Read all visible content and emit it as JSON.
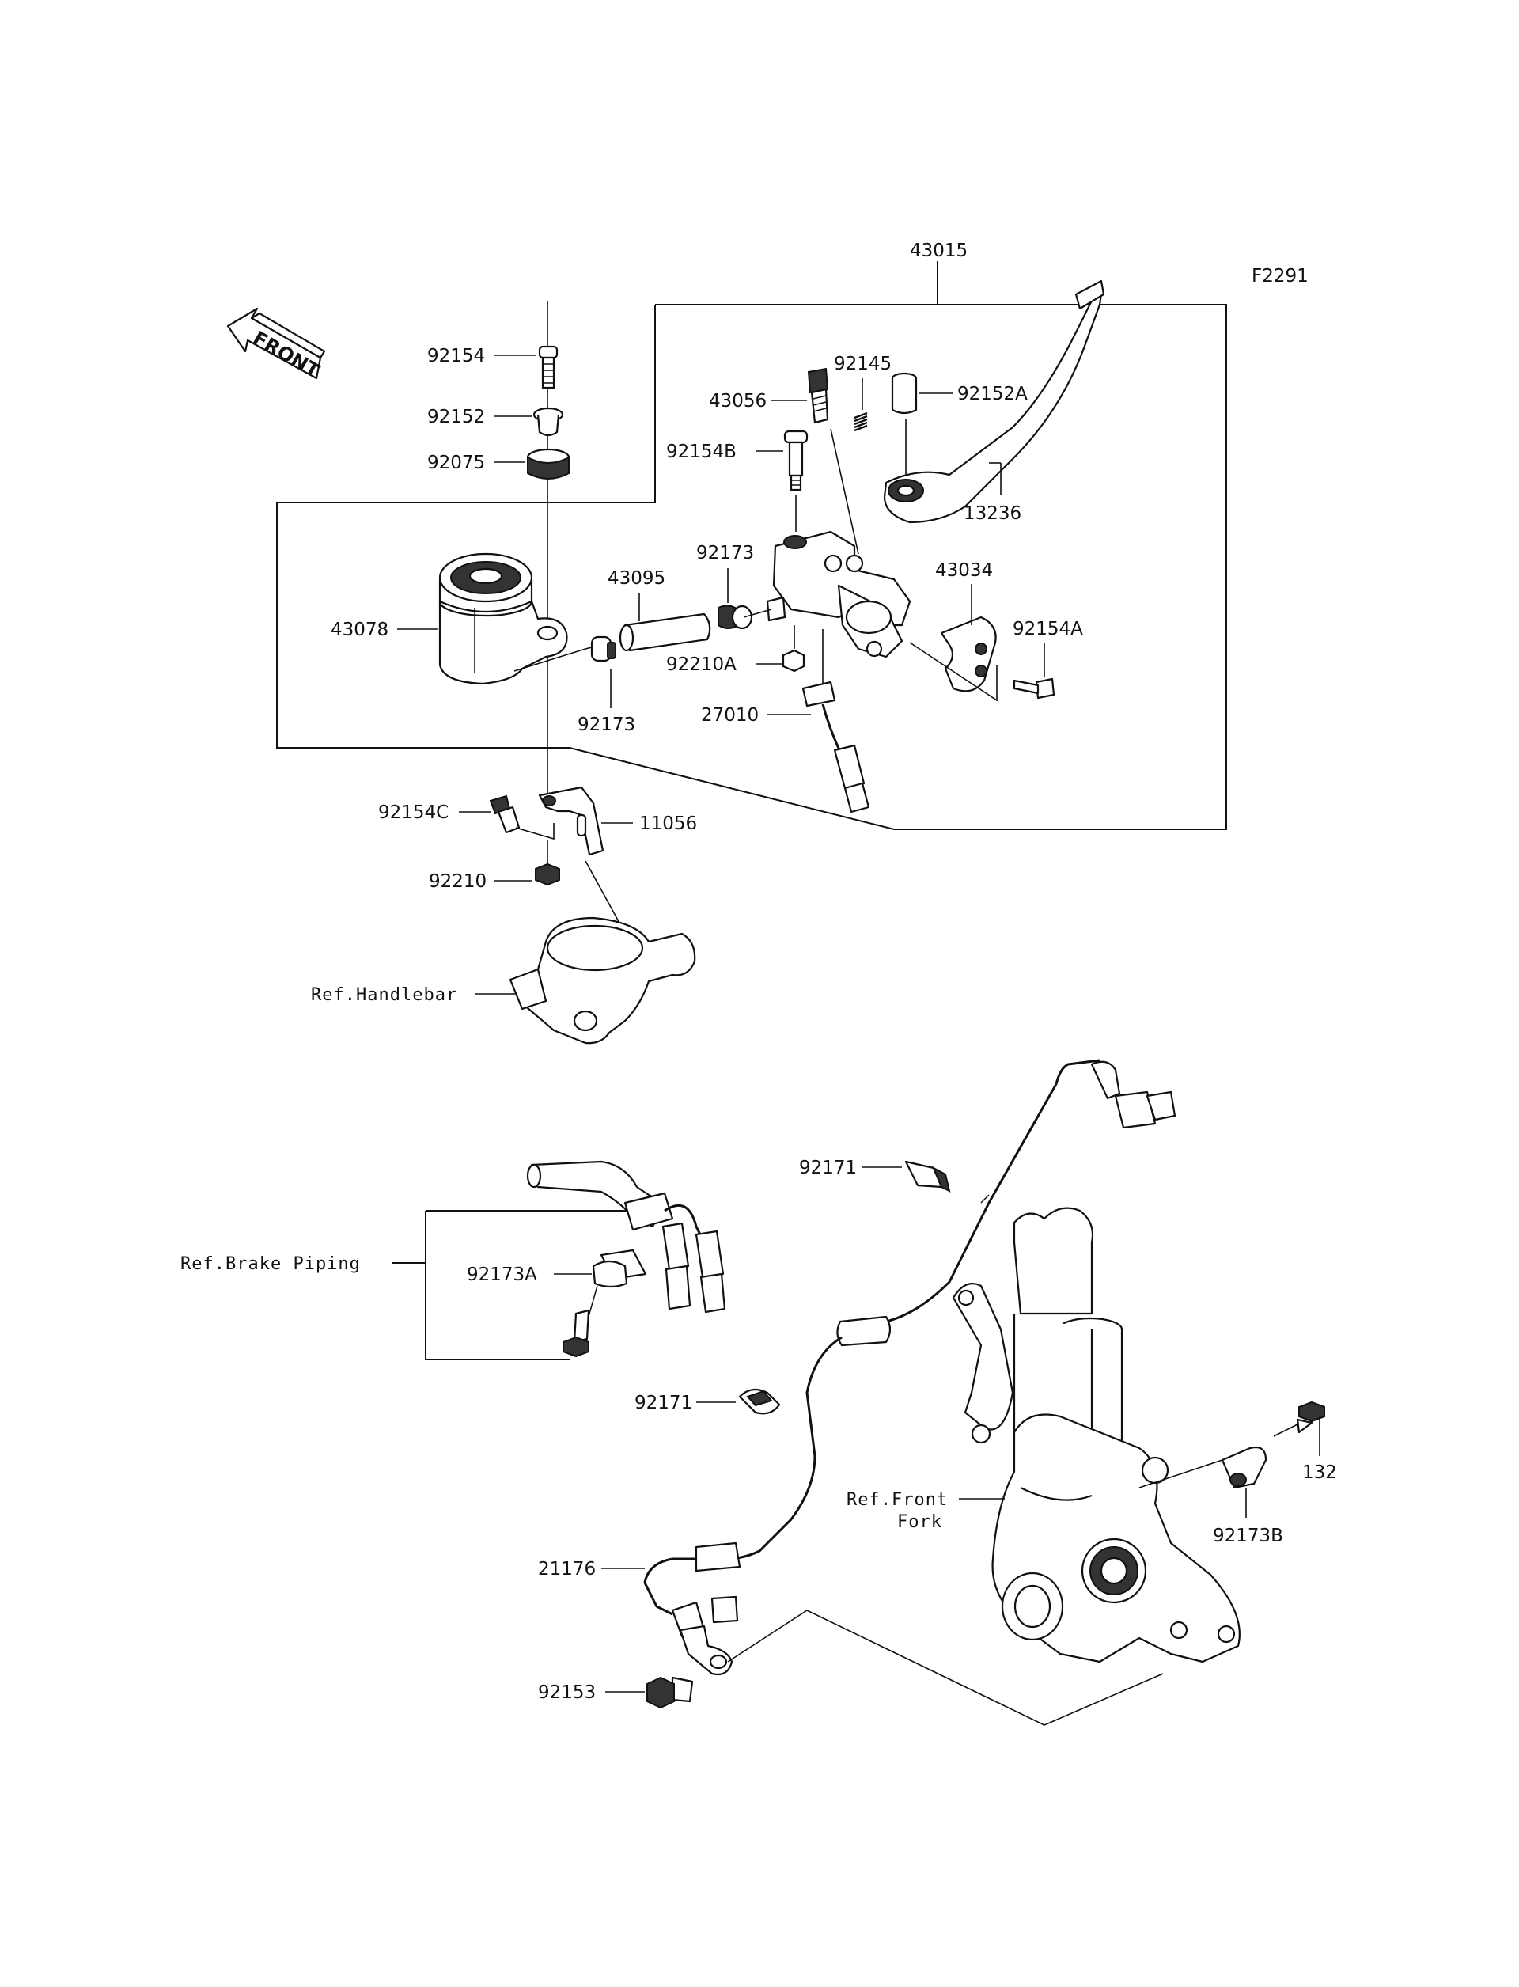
{
  "diagram_code": "F2291",
  "front_arrow_text": "FRONT",
  "labels": {
    "p43015": "43015",
    "p92154": "92154",
    "p92152": "92152",
    "p92075": "92075",
    "p92145": "92145",
    "p43056": "43056",
    "p92152A": "92152A",
    "p92154B": "92154B",
    "p13236": "13236",
    "p92173_top": "92173",
    "p43095": "43095",
    "p43034": "43034",
    "p43078": "43078",
    "p92154A": "92154A",
    "p92210A": "92210A",
    "p92173_low": "92173",
    "p27010": "27010",
    "p92154C": "92154C",
    "p11056": "11056",
    "p92210": "92210",
    "p92171_a": "92171",
    "p92173A": "92173A",
    "p92171_b": "92171",
    "p132": "132",
    "p92173B": "92173B",
    "p21176": "21176",
    "p92153": "92153"
  },
  "references": {
    "handlebar": "Ref.Handlebar",
    "brake_piping": "Ref.Brake Piping",
    "front_fork_line1": "Ref.Front",
    "front_fork_line2": "Fork"
  }
}
